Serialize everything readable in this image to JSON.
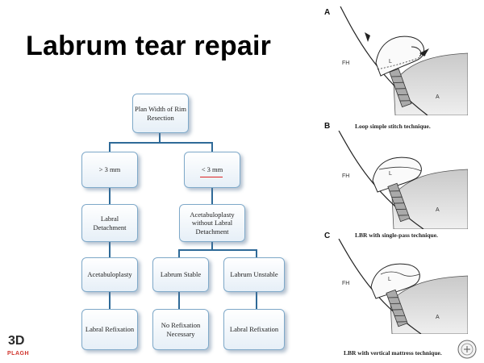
{
  "title": "Labrum tear repair",
  "flowchart": {
    "root": "Plan Width of Rim Resection",
    "left_branch": "> 3 mm",
    "right_branch": "< 3 mm",
    "left_step": "Labral Detachment",
    "right_step": "Acetabuloplasty without Labral Detachment",
    "left_action": "Acetabuloplasty",
    "stable": "Labrum Stable",
    "unstable": "Labrum Unstable",
    "left_outcome": "Labral Refixation",
    "stable_outcome": "No Refixation Necessary",
    "unstable_outcome": "Labral Refixation",
    "connector_color": "#2f6a98"
  },
  "panels": [
    {
      "letter": "A",
      "caption": "Loop simple stitch technique.",
      "fh": "FH",
      "l": "L",
      "a": "A"
    },
    {
      "letter": "B",
      "caption": "LBR with single-pass technique.",
      "fh": "FH",
      "l": "L",
      "a": "A"
    },
    {
      "letter": "C",
      "caption": "LBR with vertical mattress technique.",
      "fh": "FH",
      "l": "L",
      "a": "A"
    }
  ],
  "logo": {
    "number": "3D",
    "word": "PLAGH"
  }
}
